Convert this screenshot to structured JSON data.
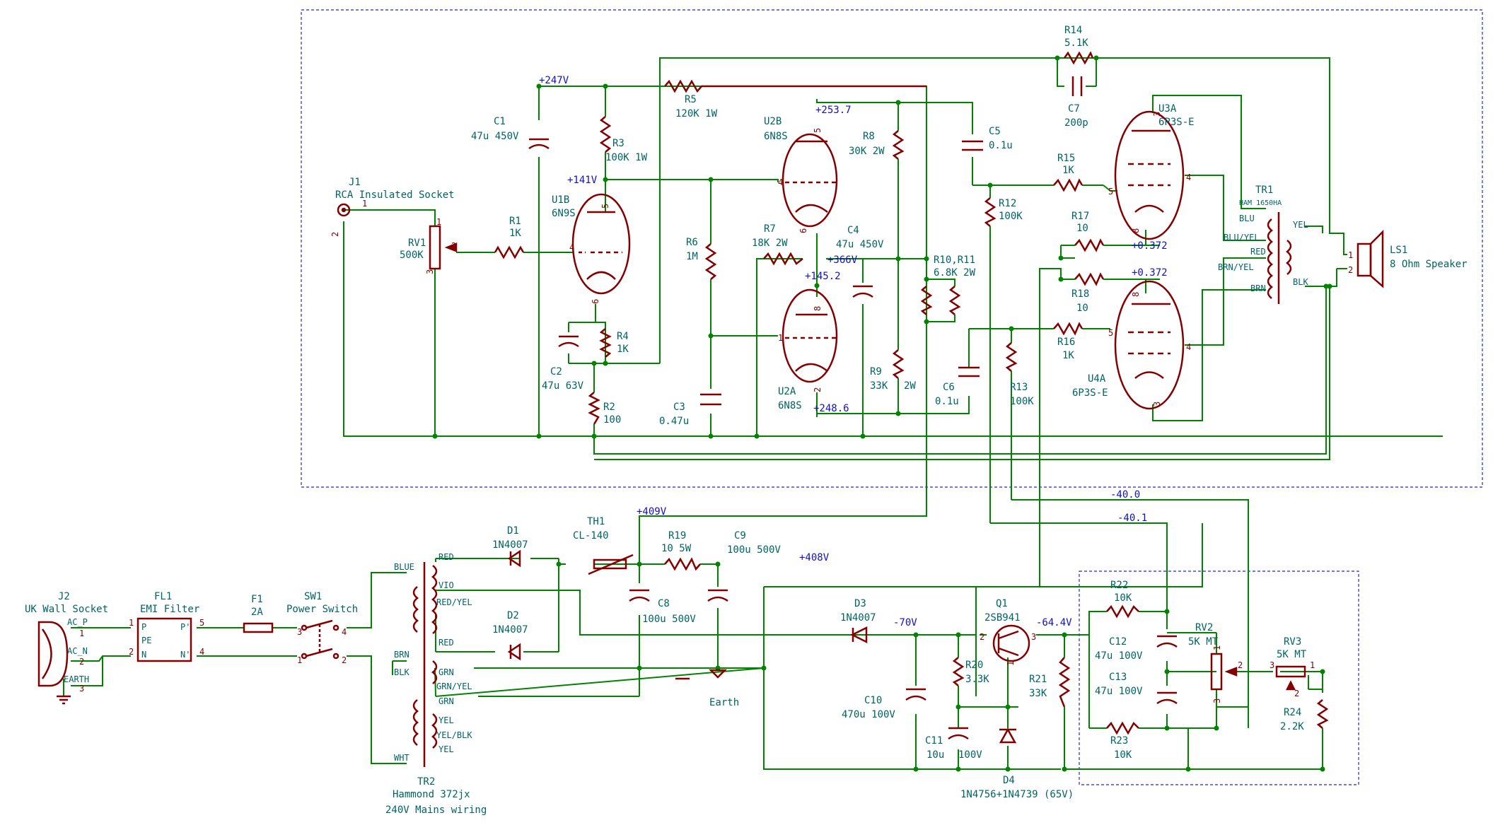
{
  "schematic": {
    "components": [
      {
        "id": "J1",
        "ref": "J1",
        "value": "RCA Insulated Socket"
      },
      {
        "id": "RV1",
        "ref": "RV1",
        "value": "500K"
      },
      {
        "id": "R1",
        "ref": "R1",
        "value": "1K"
      },
      {
        "id": "C1",
        "ref": "C1",
        "value": "47u 450V"
      },
      {
        "id": "C2",
        "ref": "C2",
        "value": "47u 63V"
      },
      {
        "id": "R2",
        "ref": "R2",
        "value": "100"
      },
      {
        "id": "R3",
        "ref": "R3",
        "value": "100K 1W"
      },
      {
        "id": "R4",
        "ref": "R4",
        "value": "1K"
      },
      {
        "id": "U1B",
        "ref": "U1B",
        "value": "6N9S"
      },
      {
        "id": "R5",
        "ref": "R5",
        "value": "120K 1W"
      },
      {
        "id": "R6",
        "ref": "R6",
        "value": "1M"
      },
      {
        "id": "C3",
        "ref": "C3",
        "value": "0.47u"
      },
      {
        "id": "R7",
        "ref": "R7",
        "value": "18K 2W"
      },
      {
        "id": "U2B",
        "ref": "U2B",
        "value": "6N8S"
      },
      {
        "id": "U2A",
        "ref": "U2A",
        "value": "6N8S"
      },
      {
        "id": "C4",
        "ref": "C4",
        "value": "47u 450V"
      },
      {
        "id": "R8",
        "ref": "R8",
        "value": "30K 2W"
      },
      {
        "id": "R9",
        "ref": "R9",
        "value": "33K"
      },
      {
        "id": "R9p",
        "ref": "",
        "value": "2W"
      },
      {
        "id": "R10",
        "ref": "R10,R11",
        "value": "6.8K 2W"
      },
      {
        "id": "C5",
        "ref": "C5",
        "value": "0.1u"
      },
      {
        "id": "C6",
        "ref": "C6",
        "value": "0.1u"
      },
      {
        "id": "R12",
        "ref": "R12",
        "value": "100K"
      },
      {
        "id": "R13",
        "ref": "R13",
        "value": "100K"
      },
      {
        "id": "R14",
        "ref": "R14",
        "value": "5.1K"
      },
      {
        "id": "C7",
        "ref": "C7",
        "value": "200p"
      },
      {
        "id": "R15",
        "ref": "R15",
        "value": "1K"
      },
      {
        "id": "R16",
        "ref": "R16",
        "value": "1K"
      },
      {
        "id": "R17",
        "ref": "R17",
        "value": "10"
      },
      {
        "id": "R18",
        "ref": "R18",
        "value": "10"
      },
      {
        "id": "U3A",
        "ref": "U3A",
        "value": "6P3S-E"
      },
      {
        "id": "U4A",
        "ref": "U4A",
        "value": "6P3S-E"
      },
      {
        "id": "TR1",
        "ref": "TR1",
        "value": "HAM 1650HA"
      },
      {
        "id": "LS1",
        "ref": "LS1",
        "value": "8 Ohm Speaker"
      },
      {
        "id": "J2",
        "ref": "J2",
        "value": "UK Wall Socket"
      },
      {
        "id": "FL1",
        "ref": "FL1",
        "value": "EMI Filter"
      },
      {
        "id": "F1",
        "ref": "F1",
        "value": "2A"
      },
      {
        "id": "SW1",
        "ref": "SW1",
        "value": "Power Switch"
      },
      {
        "id": "TR2",
        "ref": "TR2",
        "value": "Hammond 372jx"
      },
      {
        "id": "TR2n",
        "ref": "",
        "value": "240V Mains wiring"
      },
      {
        "id": "D1",
        "ref": "D1",
        "value": "1N4007"
      },
      {
        "id": "D2",
        "ref": "D2",
        "value": "1N4007"
      },
      {
        "id": "TH1",
        "ref": "TH1",
        "value": "CL-140"
      },
      {
        "id": "R19",
        "ref": "R19",
        "value": "10 5W"
      },
      {
        "id": "C8",
        "ref": "C8",
        "value": "100u 500V"
      },
      {
        "id": "C9",
        "ref": "C9",
        "value": "100u 500V"
      },
      {
        "id": "D3",
        "ref": "D3",
        "value": "1N4007"
      },
      {
        "id": "Q1",
        "ref": "Q1",
        "value": "2SB941"
      },
      {
        "id": "R20",
        "ref": "R20",
        "value": "3.3K"
      },
      {
        "id": "R21",
        "ref": "R21",
        "value": "33K"
      },
      {
        "id": "C10",
        "ref": "C10",
        "value": "470u 100V"
      },
      {
        "id": "C11",
        "ref": "C11",
        "value": "10u"
      },
      {
        "id": "C11v",
        "ref": "",
        "value": "100V"
      },
      {
        "id": "D4",
        "ref": "D4",
        "value": "1N4756+1N4739 (65V)"
      },
      {
        "id": "R22",
        "ref": "R22",
        "value": "10K"
      },
      {
        "id": "R23",
        "ref": "R23",
        "value": "10K"
      },
      {
        "id": "C12",
        "ref": "C12",
        "value": "47u 100V"
      },
      {
        "id": "C13",
        "ref": "C13",
        "value": "47u 100V"
      },
      {
        "id": "RV2",
        "ref": "RV2",
        "value": "5K MT"
      },
      {
        "id": "RV3",
        "ref": "RV3",
        "value": "5K MT"
      },
      {
        "id": "R24",
        "ref": "R24",
        "value": "2.2K"
      },
      {
        "id": "GND",
        "ref": "GND",
        "value": ""
      },
      {
        "id": "EARTH",
        "ref": "Earth",
        "value": ""
      }
    ],
    "net_labels": [
      {
        "id": "n247",
        "text": "+247V"
      },
      {
        "id": "n141",
        "text": "+141V"
      },
      {
        "id": "n253",
        "text": "+253.7"
      },
      {
        "id": "n366",
        "text": "+366V"
      },
      {
        "id": "n145",
        "text": "+145.2"
      },
      {
        "id": "n248",
        "text": "+248.6"
      },
      {
        "id": "n0372a",
        "text": "+0.372"
      },
      {
        "id": "n0372b",
        "text": "+0.372"
      },
      {
        "id": "n400",
        "text": "-40.0"
      },
      {
        "id": "n401",
        "text": "-40.1"
      },
      {
        "id": "n409",
        "text": "+409V"
      },
      {
        "id": "n408",
        "text": "+408V"
      },
      {
        "id": "n70",
        "text": "-70V"
      },
      {
        "id": "n644",
        "text": "-64.4V"
      }
    ],
    "pin_names": [
      {
        "id": "blu",
        "text": "BLU"
      },
      {
        "id": "bluyel",
        "text": "BLU/YEL"
      },
      {
        "id": "red",
        "text": "RED"
      },
      {
        "id": "brnyel",
        "text": "BRN/YEL"
      },
      {
        "id": "brn",
        "text": "BRN"
      },
      {
        "id": "yel",
        "text": "YEL"
      },
      {
        "id": "blk",
        "text": "BLK"
      },
      {
        "id": "blue2",
        "text": "BLUE"
      },
      {
        "id": "brn2",
        "text": "BRN"
      },
      {
        "id": "blk2",
        "text": "BLK"
      },
      {
        "id": "wht",
        "text": "WHT"
      },
      {
        "id": "red2a",
        "text": "RED"
      },
      {
        "id": "vio",
        "text": "VIO"
      },
      {
        "id": "redyel2",
        "text": "RED/YEL"
      },
      {
        "id": "red2b",
        "text": "RED"
      },
      {
        "id": "grn1",
        "text": "GRN"
      },
      {
        "id": "grnyel",
        "text": "GRN/YEL"
      },
      {
        "id": "grn2",
        "text": "GRN"
      },
      {
        "id": "yel2a",
        "text": "YEL"
      },
      {
        "id": "yelblk",
        "text": "YEL/BLK"
      },
      {
        "id": "yel2b",
        "text": "YEL"
      },
      {
        "id": "acp",
        "text": "AC_P"
      },
      {
        "id": "acn",
        "text": "AC_N"
      },
      {
        "id": "earth",
        "text": "EARTH"
      },
      {
        "id": "fp1",
        "text": "P"
      },
      {
        "id": "fpe",
        "text": "PE"
      },
      {
        "id": "fn1",
        "text": "N"
      },
      {
        "id": "fp2",
        "text": "P'"
      },
      {
        "id": "fn2",
        "text": "N'"
      }
    ],
    "colors": {
      "wire": "#008400",
      "component": "#840000",
      "text": "#006464",
      "net": "#1010c8",
      "box": "#2828c8"
    }
  }
}
